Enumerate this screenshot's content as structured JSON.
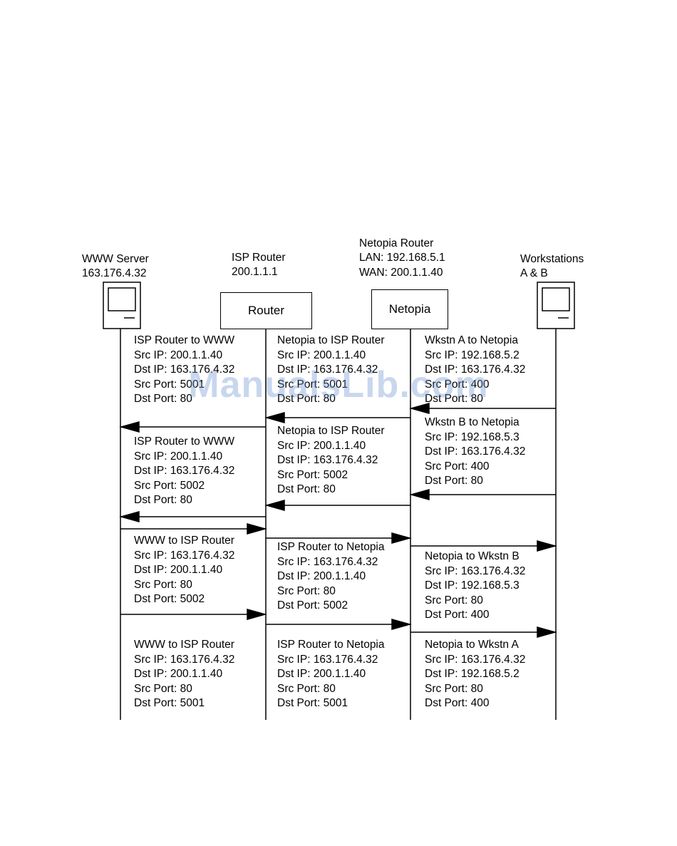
{
  "nodes": {
    "www_server": {
      "name": "WWW Server",
      "ip": "163.176.4.32"
    },
    "isp_router": {
      "name": "ISP Router",
      "ip": "200.1.1.1",
      "box_label": "Router"
    },
    "netopia_router": {
      "name": "Netopia Router",
      "lan": "LAN: 192.168.5.1",
      "wan": "WAN: 200.1.1.40",
      "box_label": "Netopia"
    },
    "workstations": {
      "name": "Workstations",
      "sub": "A & B"
    }
  },
  "messages": [
    {
      "title": "ISP Router to WWW",
      "src_ip": "Src IP: 200.1.1.40",
      "dst_ip": "Dst IP: 163.176.4.32",
      "src_port": "Src Port: 5001",
      "dst_port": "Dst Port: 80"
    },
    {
      "title": "Netopia to ISP Router",
      "src_ip": "Src IP: 200.1.1.40",
      "dst_ip": "Dst IP: 163.176.4.32",
      "src_port": "Src Port: 5001",
      "dst_port": "Dst Port: 80"
    },
    {
      "title": "Wkstn A to Netopia",
      "src_ip": "Src IP: 192.168.5.2",
      "dst_ip": "Dst IP: 163.176.4.32",
      "src_port": "Src Port: 400",
      "dst_port": "Dst Port: 80"
    },
    {
      "title": "Wkstn B to Netopia",
      "src_ip": "Src IP: 192.168.5.3",
      "dst_ip": "Dst IP: 163.176.4.32",
      "src_port": "Src Port: 400",
      "dst_port": "Dst Port: 80"
    },
    {
      "title": "ISP Router to WWW",
      "src_ip": "Src IP: 200.1.1.40",
      "dst_ip": "Dst IP: 163.176.4.32",
      "src_port": "Src Port: 5002",
      "dst_port": "Dst Port: 80"
    },
    {
      "title": "Netopia to ISP Router",
      "src_ip": "Src IP: 200.1.1.40",
      "dst_ip": "Dst IP: 163.176.4.32",
      "src_port": "Src Port: 5002",
      "dst_port": "Dst Port: 80"
    },
    {
      "title": "WWW to ISP Router",
      "src_ip": "Src IP: 163.176.4.32",
      "dst_ip": "Dst IP: 200.1.1.40",
      "src_port": "Src Port: 80",
      "dst_port": "Dst Port: 5002"
    },
    {
      "title": "ISP Router to Netopia",
      "src_ip": "Src IP: 163.176.4.32",
      "dst_ip": "Dst IP: 200.1.1.40",
      "src_port": "Src Port: 80",
      "dst_port": "Dst Port: 5002"
    },
    {
      "title": "Netopia to Wkstn B",
      "src_ip": "Src IP: 163.176.4.32",
      "dst_ip": "Dst IP: 192.168.5.3",
      "src_port": "Src Port: 80",
      "dst_port": "Dst Port: 400"
    },
    {
      "title": "WWW to ISP Router",
      "src_ip": "Src IP: 163.176.4.32",
      "dst_ip": "Dst IP: 200.1.1.40",
      "src_port": "Src Port: 80",
      "dst_port": "Dst Port: 5001"
    },
    {
      "title": "ISP Router to Netopia",
      "src_ip": "Src IP: 163.176.4.32",
      "dst_ip": "Dst IP: 200.1.1.40",
      "src_port": "Src Port: 80",
      "dst_port": "Dst Port: 5001"
    },
    {
      "title": "Netopia to Wkstn A",
      "src_ip": "Src IP: 163.176.4.32",
      "dst_ip": "Dst IP: 192.168.5.2",
      "src_port": "Src Port: 80",
      "dst_port": "Dst Port: 400"
    }
  ],
  "watermark": "ManualsLib.com"
}
